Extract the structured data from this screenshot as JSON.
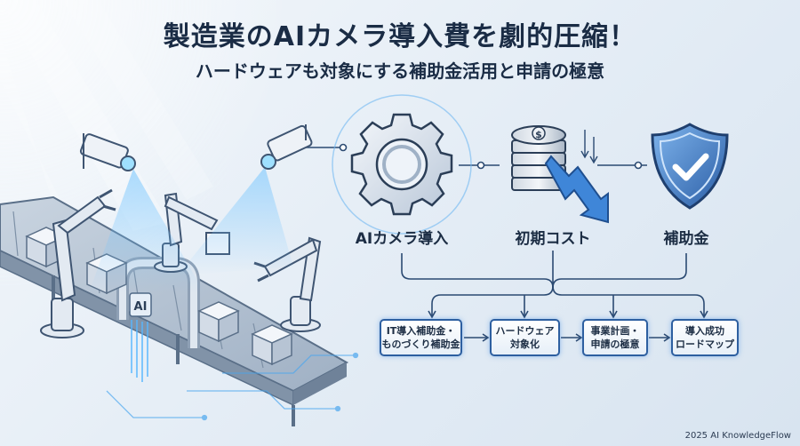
{
  "header": {
    "title": "製造業のAIカメラ導入費を劇的圧縮！",
    "subtitle": "ハードウェアも対象にする補助金活用と申請の極意"
  },
  "icons": [
    {
      "name": "gear-icon",
      "label": "AIカメラ導入"
    },
    {
      "name": "coin-stack-down-arrow-icon",
      "label": "初期コスト"
    },
    {
      "name": "shield-check-icon",
      "label": "補助金"
    }
  ],
  "steps": [
    {
      "line1": "IT導入補助金・",
      "line2": "ものづくり補助金"
    },
    {
      "line1": "ハードウェア",
      "line2": "対象化"
    },
    {
      "line1": "事業計画・",
      "line2": "申請の極意"
    },
    {
      "line1": "導入成功",
      "line2": "ロードマップ"
    }
  ],
  "scene": {
    "machine_label": "AI"
  },
  "footer": {
    "credit": "2025 AI KnowledgeFlow"
  },
  "colors": {
    "title": "#1a2c45",
    "accent_blue": "#2d5fa0",
    "glow_blue": "#4aa6ef",
    "shield_blue": "#2f6fbf"
  }
}
